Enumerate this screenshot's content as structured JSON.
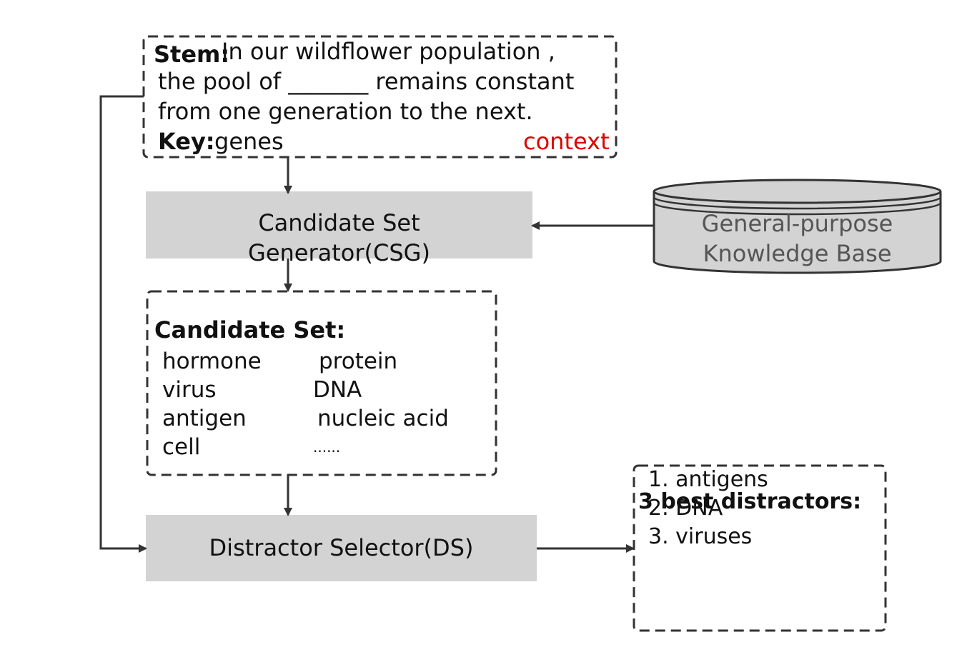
{
  "context_box": {
    "stem_label": "Stem:",
    "stem_line1": "In our wildflower population ,",
    "stem_line2": "the pool of _______ remains constant",
    "stem_line3": "from one generation to the next.",
    "key_label": "Key:",
    "key_value": "genes",
    "context_tag": "context",
    "context_color": "#e00000"
  },
  "csg": {
    "line1": "Candidate Set",
    "line2": "Generator(CSG)",
    "fill": "#d3d3d3"
  },
  "knowledge_base": {
    "line1": "General-purpose",
    "line2": "Knowledge Base",
    "fill": "#d3d3d3",
    "text_color": "#555555"
  },
  "candidate_set": {
    "title": "Candidate Set:",
    "col1": [
      "hormone",
      "virus",
      "antigen",
      "cell"
    ],
    "col2": [
      "protein",
      "DNA",
      "nucleic acid",
      "......"
    ]
  },
  "ds": {
    "label": "Distractor Selector(DS)",
    "fill": "#d3d3d3"
  },
  "output_box": {
    "title": "3 best distractors:",
    "items": [
      "1. antigens",
      "2. DNA",
      "3. viruses"
    ]
  }
}
